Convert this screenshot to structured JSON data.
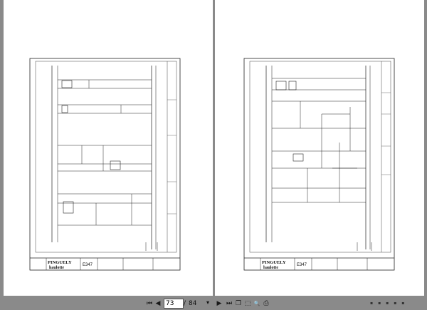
{
  "viewer": {
    "current_page": "73",
    "separator": "/",
    "total_pages": "84",
    "icons": {
      "first": "⏮",
      "prev": "◀",
      "next": "▶",
      "last": "⏭",
      "zoom_dropdown": "▾",
      "copy": "❐",
      "fit": "⬚",
      "find": "🔍",
      "print": "⎙",
      "scroll_dots": "▪▪▪▪▪"
    }
  },
  "left_page": {
    "brand_line1": "PINGUELY",
    "brand_line2": "haulotte",
    "code": "E347"
  },
  "right_page": {
    "brand_line1": "PINGUELY",
    "brand_line2": "haulotte",
    "code": "E347"
  },
  "colors": {
    "background": "#8a8a8a",
    "page": "#ffffff",
    "line": "#222222"
  }
}
